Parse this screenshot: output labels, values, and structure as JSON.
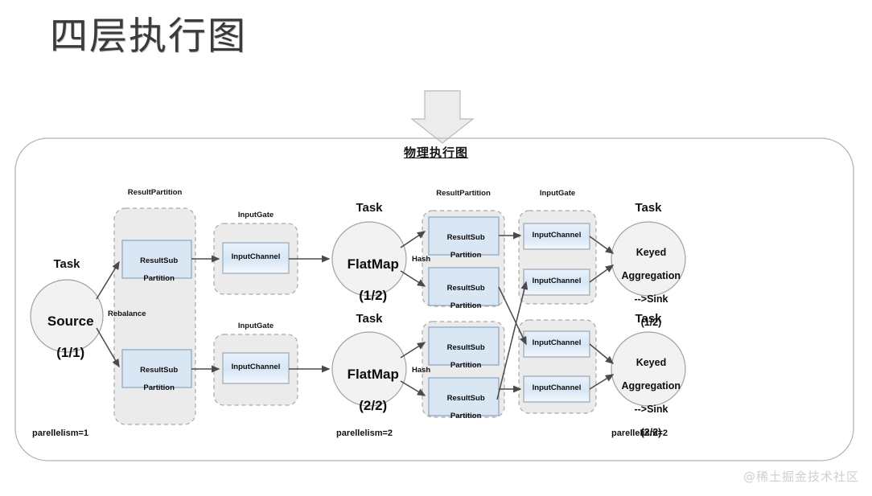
{
  "slide": {
    "title": "四层执行图",
    "watermark": "@稀土掘金技术社区",
    "background_color": "#ffffff"
  },
  "colors": {
    "subpartition_fill": "#d9e7f5",
    "subpartition_stroke": "#8aa3bd",
    "inputchannel_fill": "#dce9f7",
    "inputchannel_stroke": "#9aa6b4",
    "group_fill": "#ebebeb",
    "group_stroke": "#a8a8a8",
    "circle_fill": "#f2f2f2",
    "circle_stroke": "#a0a0a0",
    "arrow_color": "#4a4a4a",
    "container_stroke": "#b5b5b5",
    "title_color": "#3a3a3a",
    "watermark_color": "#cfcfcf"
  },
  "flow_arrow": {
    "name": "down-arrow",
    "direction": "down"
  },
  "container": {
    "header": "物理执行图"
  },
  "stages": [
    {
      "id": "source-stage",
      "parellelism_label": "parellelism=1",
      "task_caption": "Task",
      "task_name": "Source",
      "task_index": "(1/1)"
    },
    {
      "id": "flatmap-stage",
      "parellelism_label": "parellelism=2",
      "task_caption": "Task",
      "tasks": [
        {
          "name": "FlatMap",
          "index": "(1/2)"
        },
        {
          "name": "FlatMap",
          "index": "(2/2)"
        }
      ]
    },
    {
      "id": "sink-stage",
      "parellelism_label": "parellelism=2",
      "task_caption": "Task",
      "tasks": [
        {
          "line1": "Keyed",
          "line2": "Aggregation",
          "line3": "-->Sink",
          "index": "(1/2)"
        },
        {
          "line1": "Keyed",
          "line2": "Aggregation",
          "line3": "-->Sink",
          "index": "(2/2)"
        }
      ]
    }
  ],
  "groups": {
    "result_partition_label": "ResultPartition",
    "input_gate_label": "InputGate"
  },
  "nodes": {
    "result_sub_partition_line1": "ResultSub",
    "result_sub_partition_line2": "Partition",
    "input_channel": "InputChannel"
  },
  "edges": {
    "rebalance": "Rebalance",
    "hash": "Hash"
  }
}
